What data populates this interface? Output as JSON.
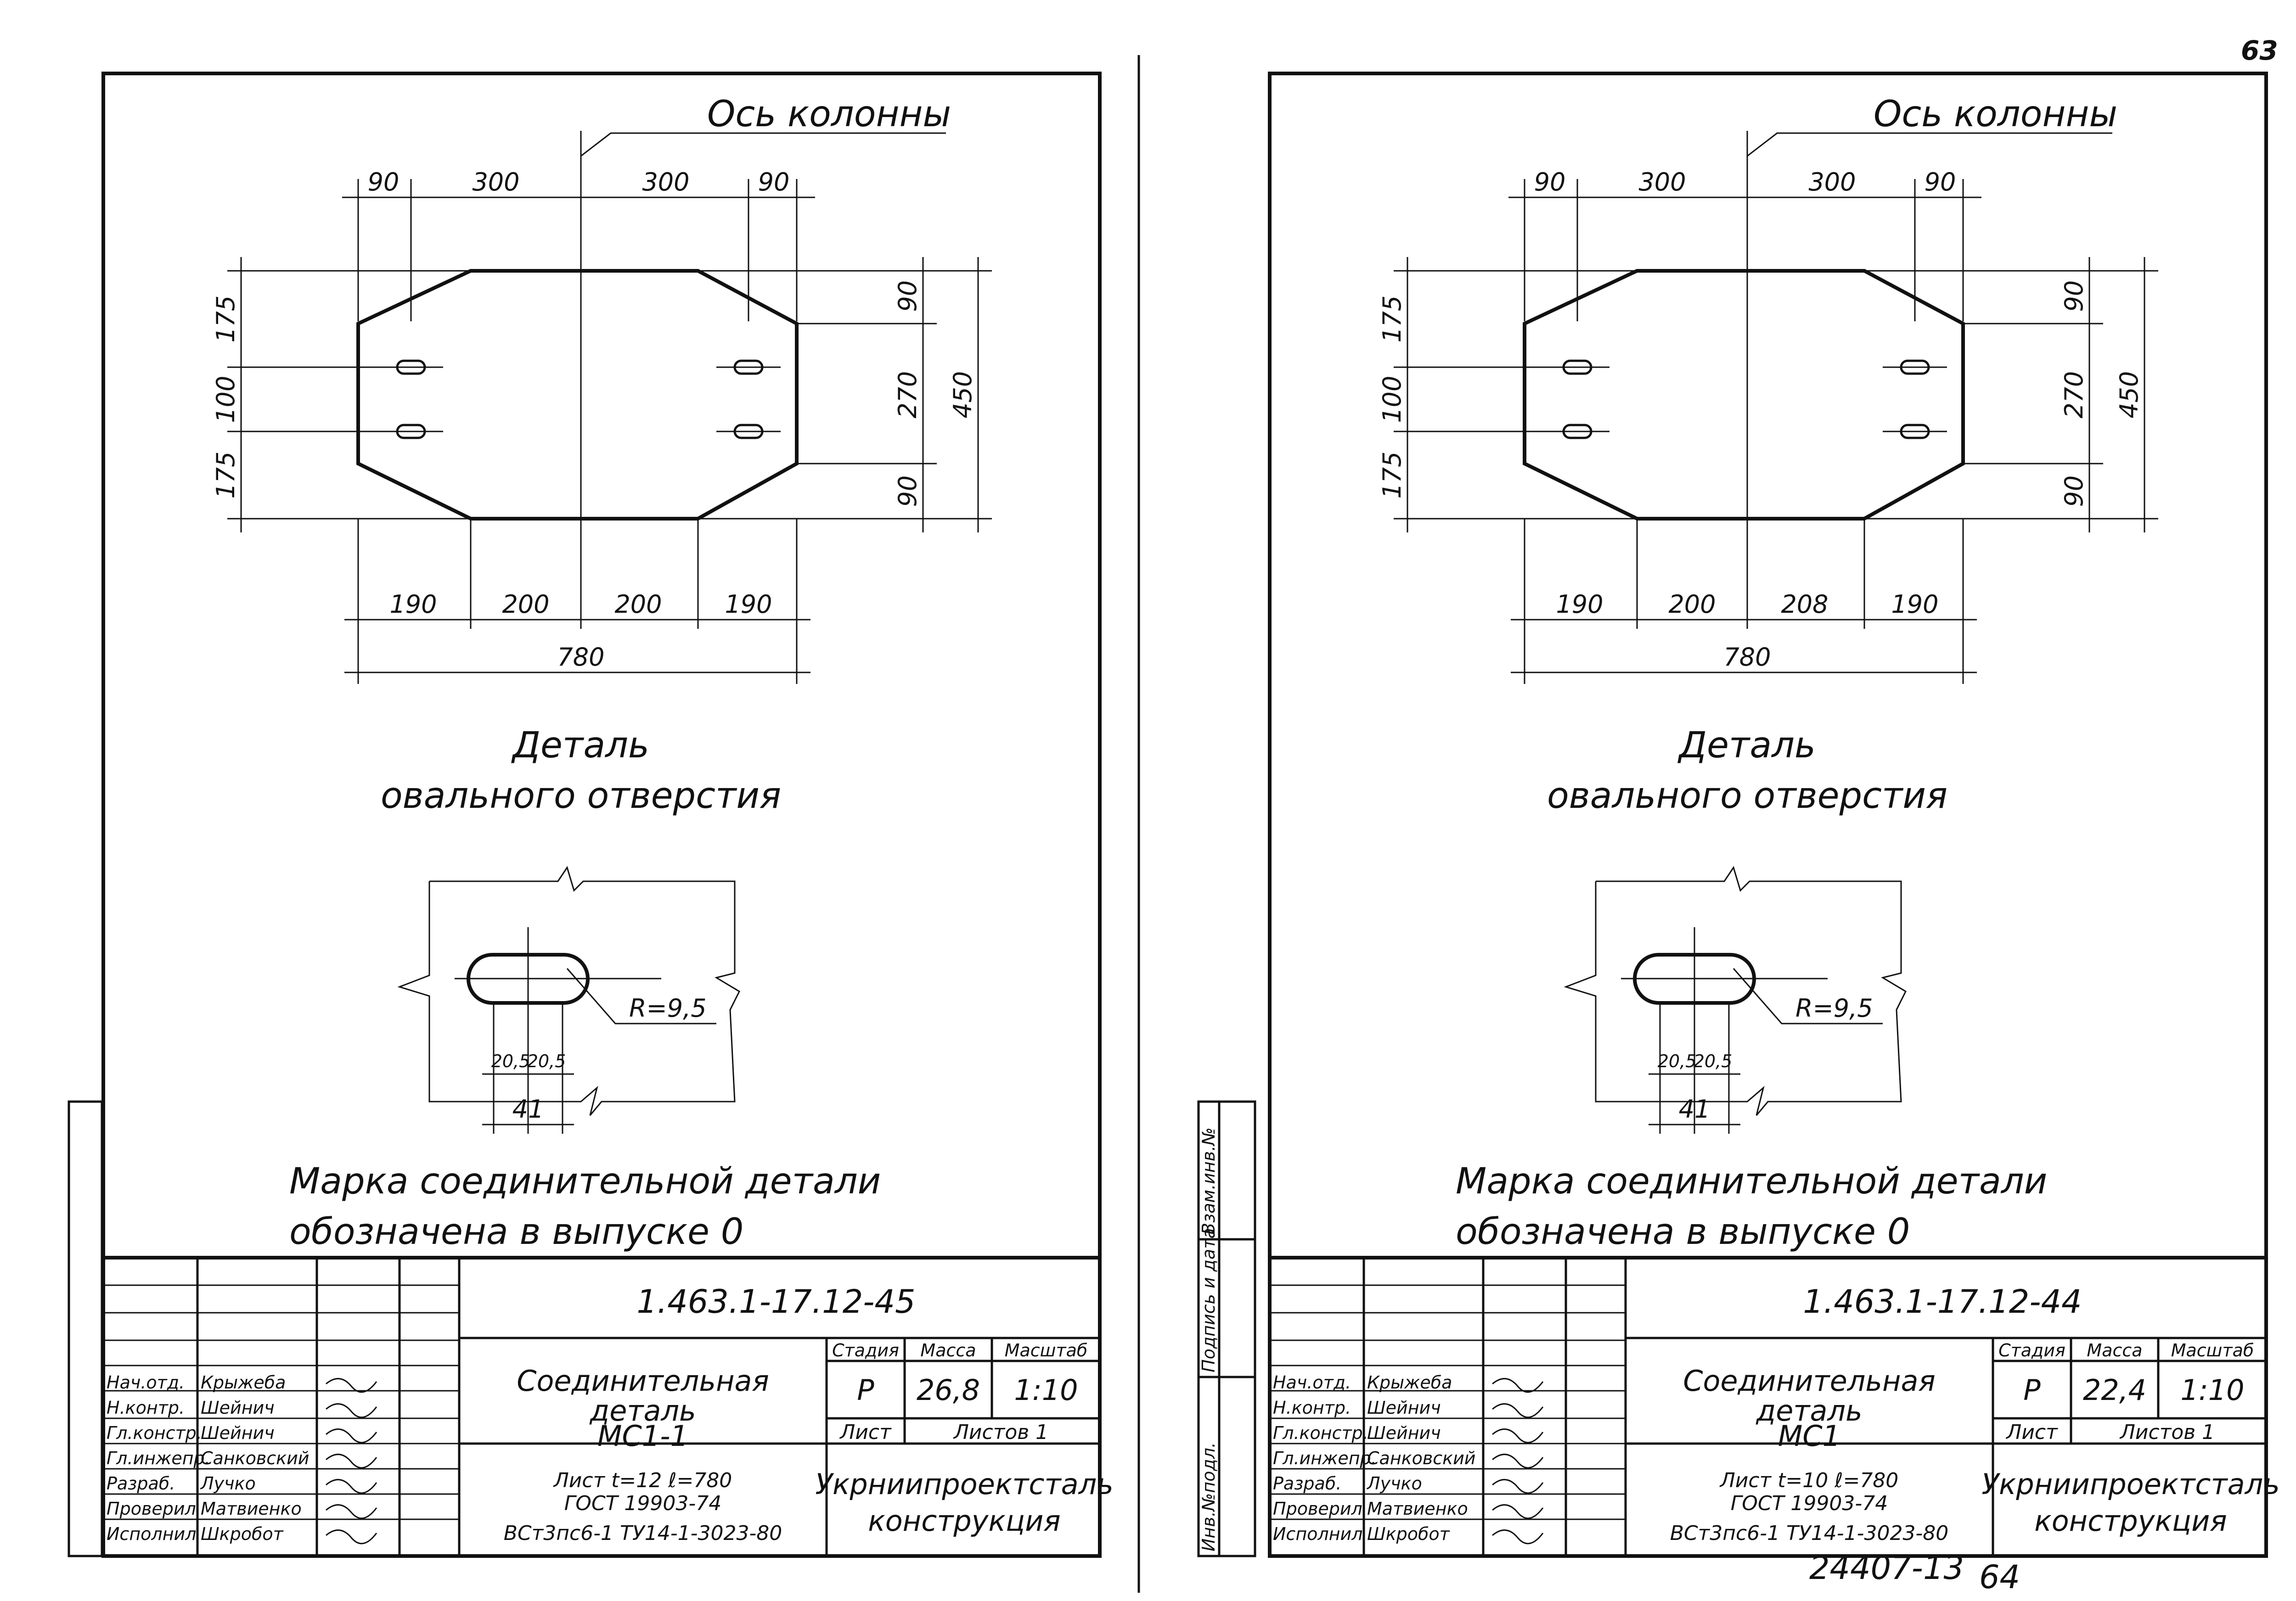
{
  "page_number": "63",
  "footer": {
    "archive_code": "24407-13",
    "next_page": "64"
  },
  "side_stamp": {
    "col1": "Инв.№подл.",
    "col2": "Подпись и дата",
    "col3": "Взам.инв.№"
  },
  "sheets": [
    {
      "axis_label": "Ось колонны",
      "top_dims": [
        "90",
        "300",
        "300",
        "90"
      ],
      "left_dims": [
        "175",
        "100",
        "175"
      ],
      "right_dims": [
        "90",
        "270",
        "90"
      ],
      "overall_height": "450",
      "bottom_dims": [
        "190",
        "200",
        "200",
        "190"
      ],
      "overall_width": "780",
      "detail_caption_line1": "Деталь",
      "detail_caption_line2": "овального отверстия",
      "radius_label": "R=9,5",
      "slot_half_dims": [
        "20,5",
        "20,5"
      ],
      "slot_width": "41",
      "note_line1": "Марка соединительной детали",
      "note_line2": "обозначена в выпуске 0",
      "title_block": {
        "code": "1.463.1-17.12-45",
        "title_line1": "Соединительная",
        "title_line2": "деталь",
        "title_line3": "МС1-1",
        "material_line1": "Лист t=12 ℓ=780",
        "material_line2": "ГОСТ 19903-74",
        "material_line3": "ВСт3пс6-1 ТУ14-1-3023-80",
        "stage_header": "Стадия",
        "mass_header": "Масса",
        "scale_header": "Масштаб",
        "stage": "Р",
        "mass": "26,8",
        "scale": "1:10",
        "sheet_label": "Лист",
        "sheets_label": "Листов 1",
        "organization_line1": "Укрниипроектсталь",
        "organization_line2": "конструкция",
        "roles": [
          {
            "role": "Нач.отд.",
            "name": "Крыжеба"
          },
          {
            "role": "Н.контр.",
            "name": "Шейнич"
          },
          {
            "role": "Гл.констр.",
            "name": "Шейнич"
          },
          {
            "role": "Гл.инжепр.",
            "name": "Санковский"
          },
          {
            "role": "Разраб.",
            "name": "Лучко"
          },
          {
            "role": "Проверил",
            "name": "Матвиенко"
          },
          {
            "role": "Исполнил",
            "name": "Шкробот"
          }
        ]
      }
    },
    {
      "axis_label": "Ось колонны",
      "top_dims": [
        "90",
        "300",
        "300",
        "90"
      ],
      "left_dims": [
        "175",
        "100",
        "175"
      ],
      "right_dims": [
        "90",
        "270",
        "90"
      ],
      "overall_height": "450",
      "bottom_dims": [
        "190",
        "200",
        "208",
        "190"
      ],
      "overall_width": "780",
      "detail_caption_line1": "Деталь",
      "detail_caption_line2": "овального отверстия",
      "radius_label": "R=9,5",
      "slot_half_dims": [
        "20,5",
        "20,5"
      ],
      "slot_width": "41",
      "note_line1": "Марка соединительной детали",
      "note_line2": "обозначена в выпуске 0",
      "title_block": {
        "code": "1.463.1-17.12-44",
        "title_line1": "Соединительная",
        "title_line2": "деталь",
        "title_line3": "МС1",
        "material_line1": "Лист t=10 ℓ=780",
        "material_line2": "ГОСТ 19903-74",
        "material_line3": "ВСт3пс6-1 ТУ14-1-3023-80",
        "stage_header": "Стадия",
        "mass_header": "Масса",
        "scale_header": "Масштаб",
        "stage": "Р",
        "mass": "22,4",
        "scale": "1:10",
        "sheet_label": "Лист",
        "sheets_label": "Листов 1",
        "organization_line1": "Укрниипроектсталь",
        "organization_line2": "конструкция",
        "roles": [
          {
            "role": "Нач.отд.",
            "name": "Крыжеба"
          },
          {
            "role": "Н.контр.",
            "name": "Шейнич"
          },
          {
            "role": "Гл.констр.",
            "name": "Шейнич"
          },
          {
            "role": "Гл.инжепр.",
            "name": "Санковский"
          },
          {
            "role": "Разраб.",
            "name": "Лучко"
          },
          {
            "role": "Проверил",
            "name": "Матвиенко"
          },
          {
            "role": "Исполнил",
            "name": "Шкробот"
          }
        ]
      }
    }
  ]
}
